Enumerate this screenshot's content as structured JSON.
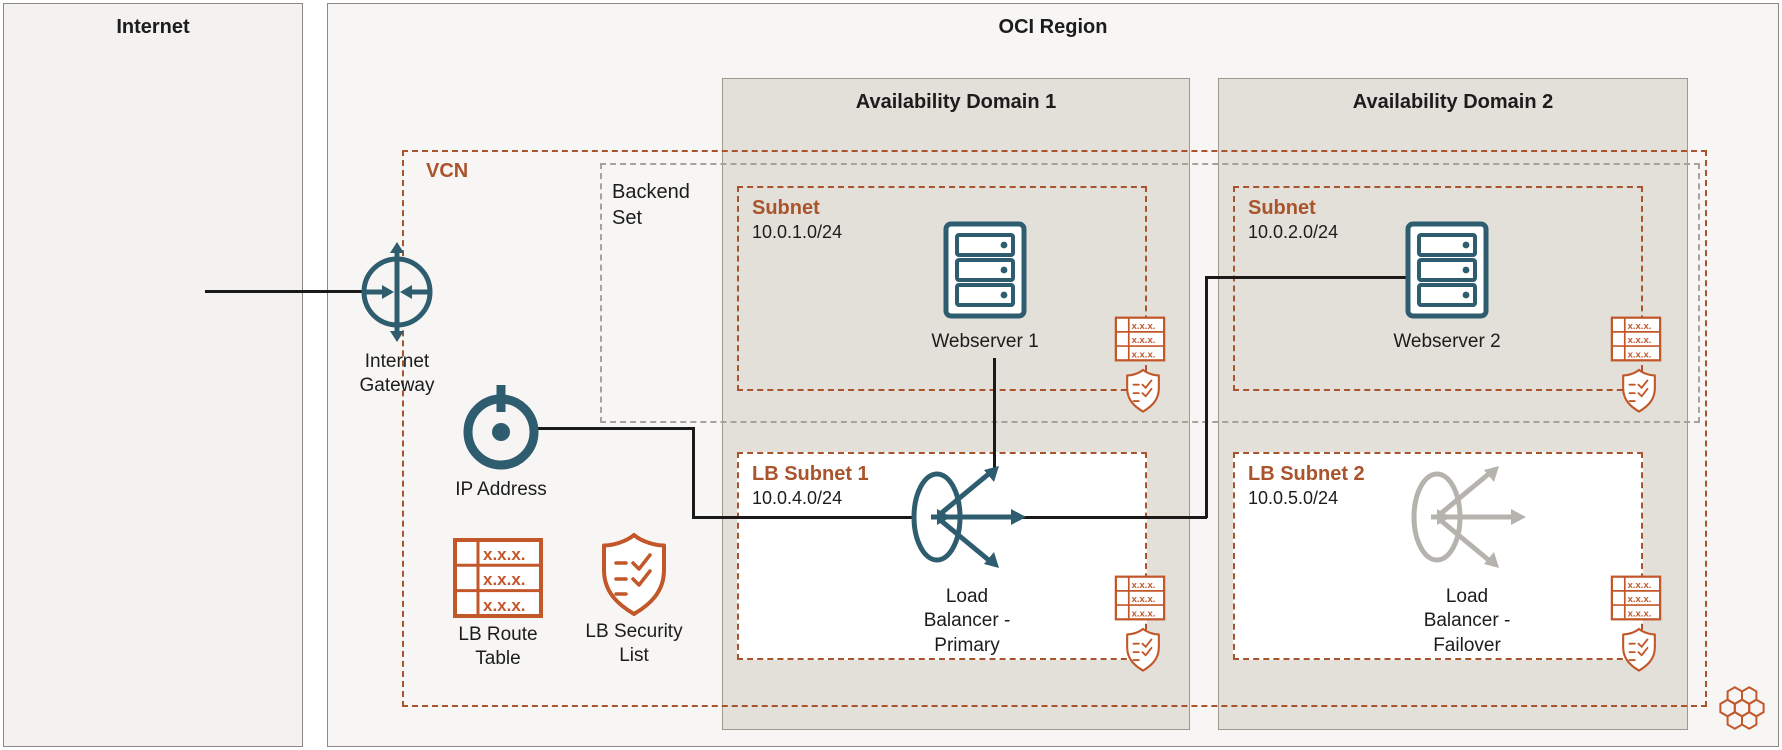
{
  "colors": {
    "rust": "#a9542c",
    "teal": "#2e5d6f",
    "orange": "#c2572a",
    "grayicon": "#b6b3ae"
  },
  "internet": {
    "title": "Internet"
  },
  "region": {
    "title": "OCI Region"
  },
  "vcn": {
    "label": "VCN"
  },
  "backend_set": {
    "label": "Backend Set"
  },
  "ads": [
    {
      "title": "Availability Domain 1"
    },
    {
      "title": "Availability Domain 2"
    }
  ],
  "subnets": {
    "web1": {
      "label": "Subnet",
      "cidr": "10.0.1.0/24"
    },
    "web2": {
      "label": "Subnet",
      "cidr": "10.0.2.0/24"
    },
    "lb1": {
      "label": "LB Subnet 1",
      "cidr": "10.0.4.0/24"
    },
    "lb2": {
      "label": "LB Subnet 2",
      "cidr": "10.0.5.0/24"
    }
  },
  "nodes": {
    "internet_gateway": {
      "label": "Internet Gateway"
    },
    "ip_address": {
      "label": "IP Address"
    },
    "lb_route_table": {
      "label": "LB Route Table"
    },
    "lb_security_list": {
      "label": "LB Security List"
    },
    "webserver1": {
      "label": "Webserver 1"
    },
    "webserver2": {
      "label": "Webserver 2"
    },
    "lb_primary": {
      "label": "Load Balancer - Primary"
    },
    "lb_failover": {
      "label": "Load Balancer - Failover"
    }
  },
  "route_table_rows": [
    "x.x.x.",
    "x.x.x.",
    "x.x.x."
  ]
}
